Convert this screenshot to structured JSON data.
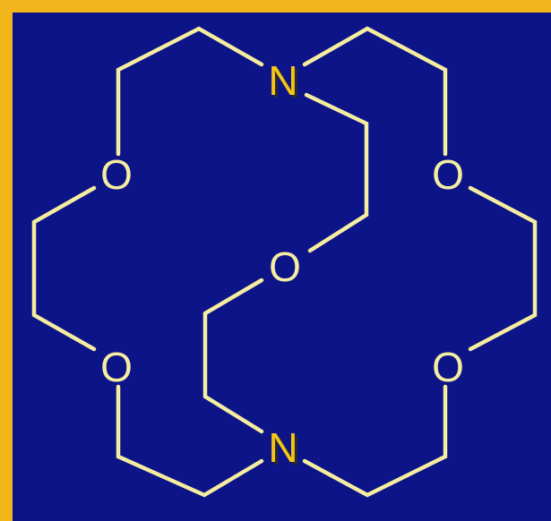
{
  "colors": {
    "frame": "#f2b51c",
    "background": "#0c1488",
    "bond": "#f5eda0",
    "oxygen": "#f5eda0",
    "nitrogen": "#f5c518",
    "nitrogen_shadow": "#2a2a2a"
  },
  "atoms": [
    {
      "id": "n-top",
      "label": "N",
      "element": "nitrogen"
    },
    {
      "id": "n-bottom",
      "label": "N",
      "element": "nitrogen"
    },
    {
      "id": "o-left-upper",
      "label": "O",
      "element": "oxygen"
    },
    {
      "id": "o-left-lower",
      "label": "O",
      "element": "oxygen"
    },
    {
      "id": "o-right-upper",
      "label": "O",
      "element": "oxygen"
    },
    {
      "id": "o-right-lower",
      "label": "O",
      "element": "oxygen"
    },
    {
      "id": "o-center",
      "label": "O",
      "element": "oxygen"
    }
  ]
}
